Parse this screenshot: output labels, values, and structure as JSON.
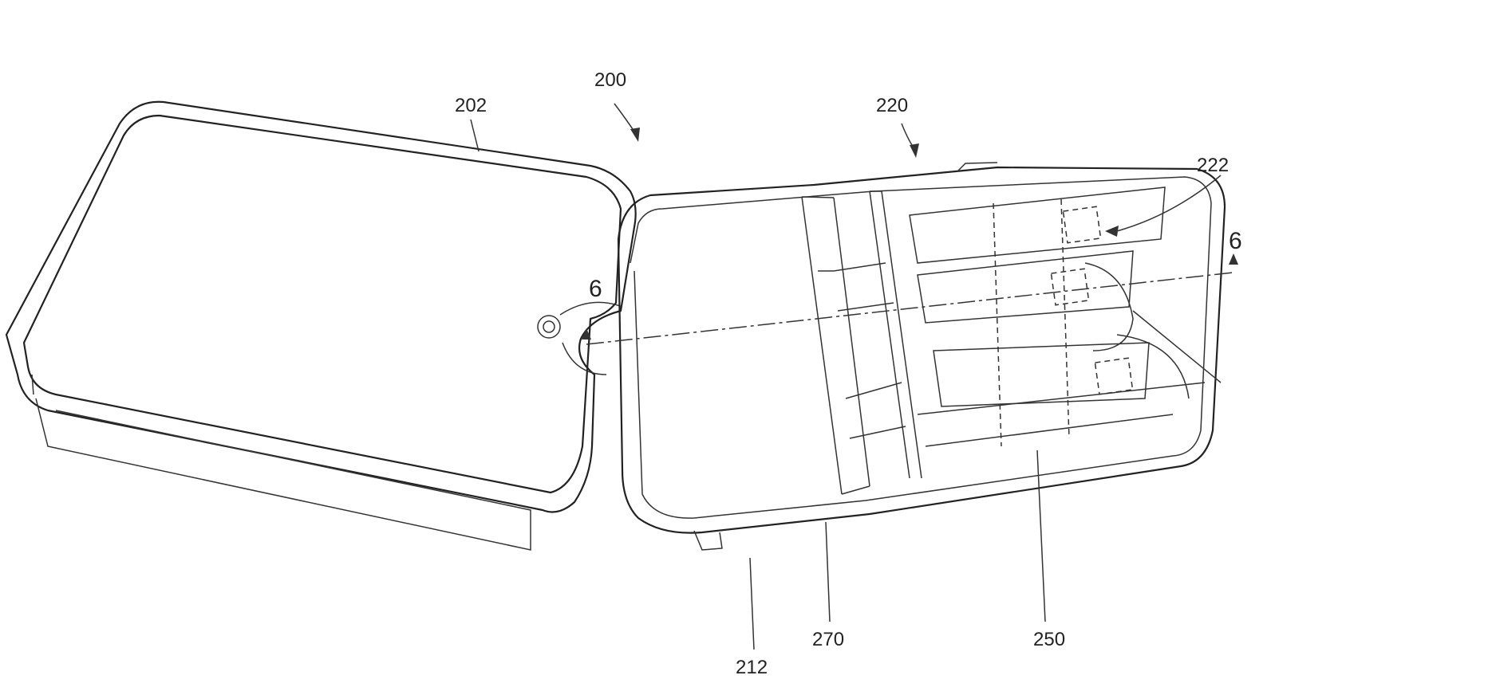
{
  "figure": {
    "labels": {
      "device": "200",
      "lid": "202",
      "tray": "220",
      "strip": "222",
      "section_right": "6",
      "section_left": "6",
      "base": "212",
      "divider": "270",
      "holder": "250"
    }
  }
}
